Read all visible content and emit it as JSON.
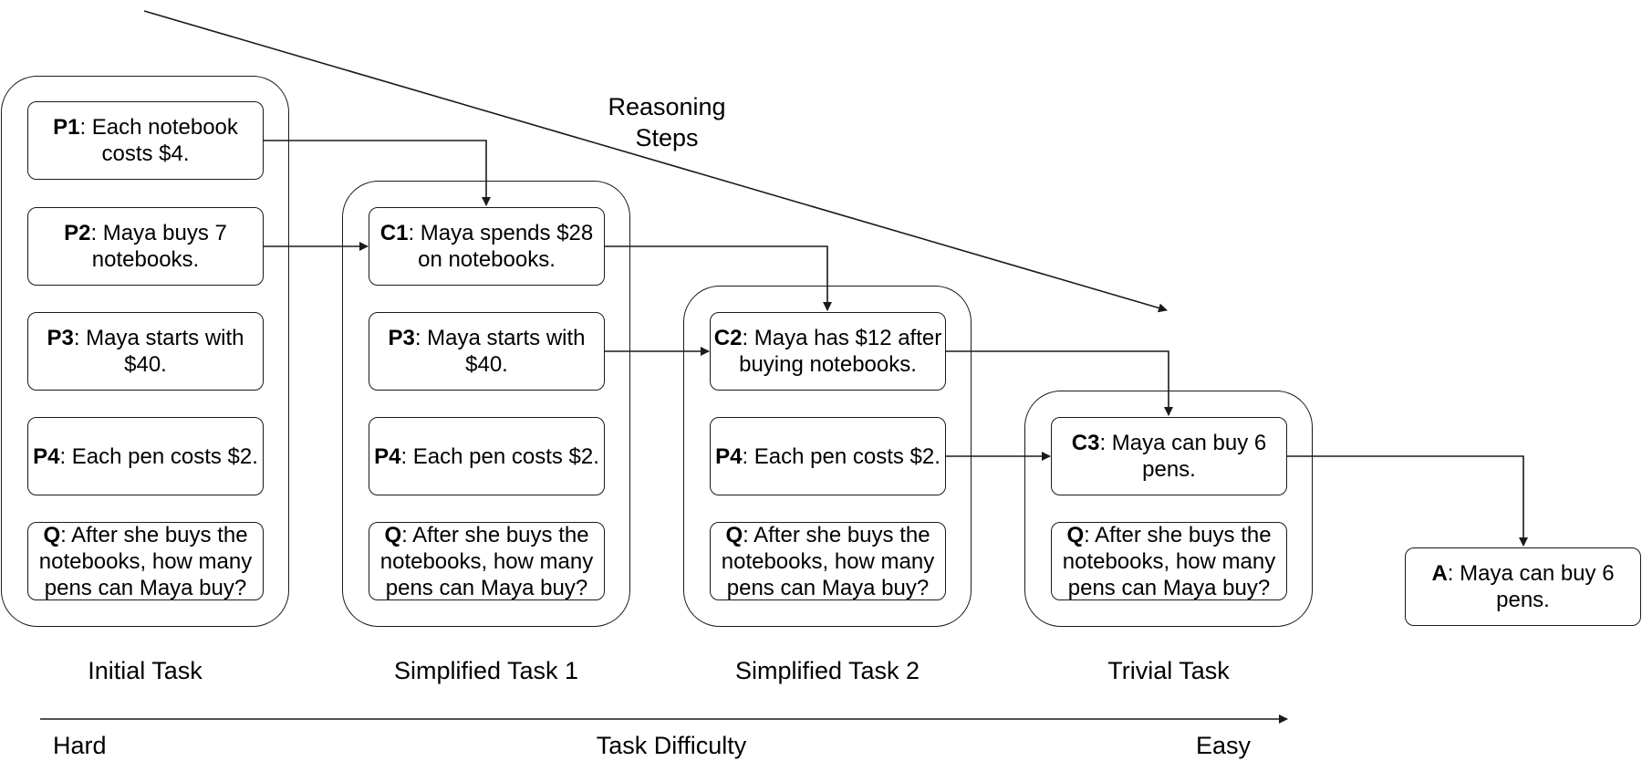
{
  "reasoning_label": "Reasoning\nSteps",
  "groups": [
    {
      "title": "Initial Task",
      "boxes": [
        {
          "tag": "P1",
          "text": ": Each notebook costs $4."
        },
        {
          "tag": "P2",
          "text": ": Maya buys 7 notebooks."
        },
        {
          "tag": "P3",
          "text": ": Maya starts with $40."
        },
        {
          "tag": "P4",
          "text": ": Each pen costs $2."
        },
        {
          "tag": "Q",
          "text": ": After she buys the notebooks, how many pens can Maya buy?"
        }
      ]
    },
    {
      "title": "Simplified Task 1",
      "boxes": [
        {
          "tag": "C1",
          "text": ": Maya spends $28 on notebooks."
        },
        {
          "tag": "P3",
          "text": ": Maya starts with $40."
        },
        {
          "tag": "P4",
          "text": ": Each pen costs $2."
        },
        {
          "tag": "Q",
          "text": ": After she buys the notebooks, how many pens can Maya buy?"
        }
      ]
    },
    {
      "title": "Simplified Task 2",
      "boxes": [
        {
          "tag": "C2",
          "text": ": Maya has $12 after buying notebooks."
        },
        {
          "tag": "P4",
          "text": ": Each pen costs $2."
        },
        {
          "tag": "Q",
          "text": ": After she buys the notebooks, how many pens can Maya buy?"
        }
      ]
    },
    {
      "title": "Trivial Task",
      "boxes": [
        {
          "tag": "C3",
          "text": ": Maya can buy 6 pens."
        },
        {
          "tag": "Q",
          "text": ": After she buys the notebooks, how many pens can Maya buy?"
        }
      ]
    }
  ],
  "answer": {
    "tag": "A",
    "text": ": Maya can buy 6 pens."
  },
  "axis": {
    "left_label": "Hard",
    "center_label": "Task Difficulty",
    "right_label": "Easy"
  }
}
